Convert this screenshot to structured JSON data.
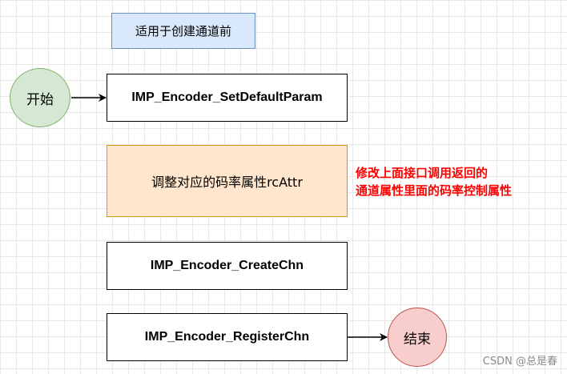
{
  "note": {
    "text": "适用于创建通道前"
  },
  "start_node": {
    "text": "开始"
  },
  "end_node": {
    "text": "结束"
  },
  "steps": [
    {
      "text": "IMP_Encoder_SetDefaultParam"
    },
    {
      "text": "调整对应的码率属性rcAttr"
    },
    {
      "text": "IMP_Encoder_CreateChn"
    },
    {
      "text": "IMP_Encoder_RegisterChn"
    }
  ],
  "remark": {
    "line1": "修改上面接口调用返回的",
    "line2": "通道属性里面的码率控制属性"
  },
  "watermark": {
    "text": "CSDN @总是春"
  },
  "colors": {
    "note_fill": "#dae8fc",
    "start_fill": "#d5e8d4",
    "end_fill": "#f8cecc",
    "adjust_fill": "#ffe6cc",
    "remark_text": "#ff0000"
  }
}
